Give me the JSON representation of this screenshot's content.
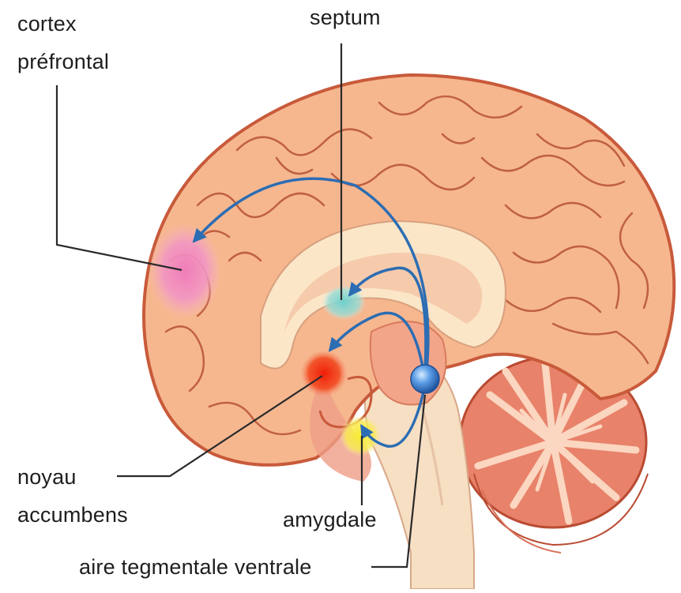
{
  "labels": {
    "cortex_line1": "cortex",
    "cortex_line2": "préfrontal",
    "septum": "septum",
    "noyau_line1": "noyau",
    "noyau_line2": "accumbens",
    "amygdale": "amygdale",
    "aire": "aire tegmentale ventrale"
  },
  "colors": {
    "brain_outer": "#c85a3a",
    "brain_fill": "#f6b78f",
    "gyri_line": "#c0613f",
    "corpus_callosum": "#fbe6c8",
    "cerebellum": "#e8826a",
    "brainstem": "#f6dfc2",
    "pathway": "#2c6db3",
    "prefrontal_spot": "#ee86bb",
    "septum_spot": "#7fd3cf",
    "accumbens_spot": "#f03010",
    "amygdala_spot": "#f5e23a",
    "leader_line": "#2a2a2a"
  }
}
